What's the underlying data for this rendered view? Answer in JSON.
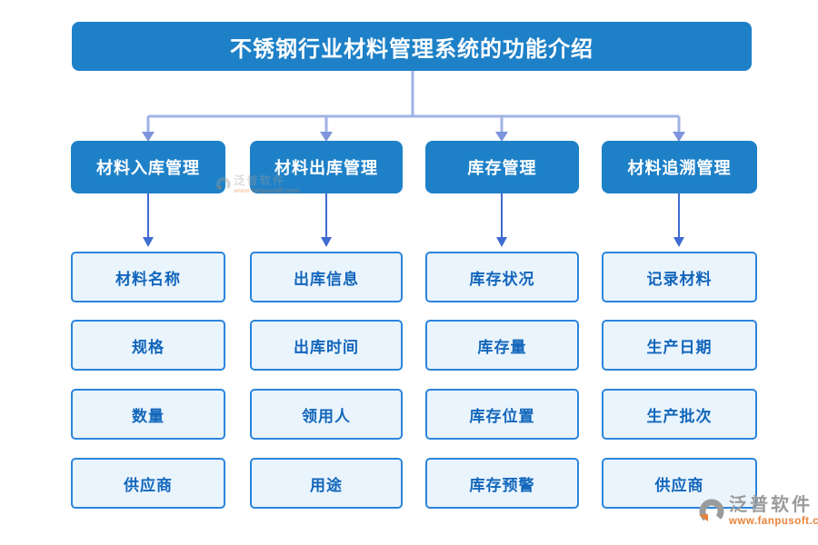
{
  "title": "不锈钢行业材料管理系统的功能介绍",
  "columns": [
    {
      "header": "材料入库管理",
      "items": [
        "材料名称",
        "规格",
        "数量",
        "供应商"
      ]
    },
    {
      "header": "材料出库管理",
      "items": [
        "出库信息",
        "出库时间",
        "领用人",
        "用途"
      ]
    },
    {
      "header": "库存管理",
      "items": [
        "库存状况",
        "库存量",
        "库存位置",
        "库存预警"
      ]
    },
    {
      "header": "材料追溯管理",
      "items": [
        "记录材料",
        "生产日期",
        "生产批次",
        "供应商"
      ]
    }
  ],
  "watermark": {
    "brand": "泛普软件",
    "url": "www.fanpusoft.com"
  },
  "colors": {
    "banner": "#1e81c8",
    "tree_line": "#a0b3e6",
    "tree_arrow": "#7d95dd",
    "node_arrow": "#3e6cd0",
    "node_fill": "#eaf4fd",
    "node_border": "#2b85dc",
    "node_text": "#1266bb",
    "wm_gray": "#9b9b9b",
    "wm_orange": "#e8833a"
  }
}
